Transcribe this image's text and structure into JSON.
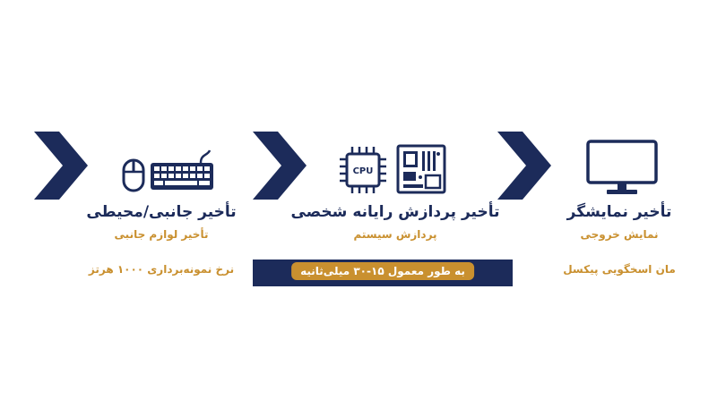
{
  "colors": {
    "navy": "#1c2b5a",
    "gold": "#c9902f",
    "background": "#ffffff"
  },
  "stages": [
    {
      "icons": [
        "mouse-icon",
        "keyboard-icon"
      ],
      "title": "تأخیر جانبی/محیطی",
      "subtitle": "تأخیر لوازم جانبی",
      "note": "نرخ نمونه‌برداری ۱۰۰۰ هرتز"
    },
    {
      "icons": [
        "cpu-icon",
        "motherboard-icon"
      ],
      "cpu_label": "CPU",
      "title": "تأخیر پردازش رایانه شخصی",
      "subtitle": "پردازش سیستم",
      "note": "به طور معمول ۱۵-۳۰ میلی‌ثانیه"
    },
    {
      "icons": [
        "monitor-icon"
      ],
      "title": "تأخیر نمایشگر",
      "subtitle": "نمایش خروجی",
      "note": "مان اسخگویی پیکسل"
    }
  ]
}
